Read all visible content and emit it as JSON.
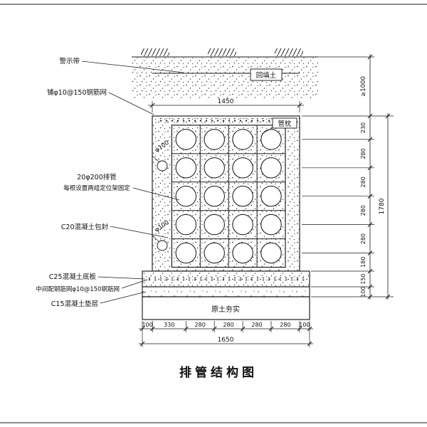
{
  "page": {
    "title": "排管结构图"
  },
  "labels": {
    "warning_tape": "警示带",
    "top_mesh": "铺φ10@150钢筋网",
    "backfill": "回填土",
    "pipe_support": "管枕",
    "pipes_line1": "20φ200排管",
    "pipes_line2": "每根设置两组定位架固定",
    "encasement": "C20混凝土包封",
    "base_slab": "C25混凝土底板",
    "mid_mesh": "中间配钢筋网φ10@150钢筋网",
    "cushion": "C15混凝土垫层",
    "compacted_soil": "原土夯实",
    "drain_top": "φ100",
    "drain_bottom": "φ100"
  },
  "dimensions": {
    "top_width": "1450",
    "bottom_total": "1650",
    "height_total": "1780",
    "cover_depth": "≥1000",
    "bottom_segments": [
      "100",
      "330",
      "280",
      "280",
      "280",
      "280",
      "100"
    ],
    "right_segments": [
      "230",
      "280",
      "280",
      "280",
      "280",
      "180",
      "150",
      "100"
    ]
  }
}
